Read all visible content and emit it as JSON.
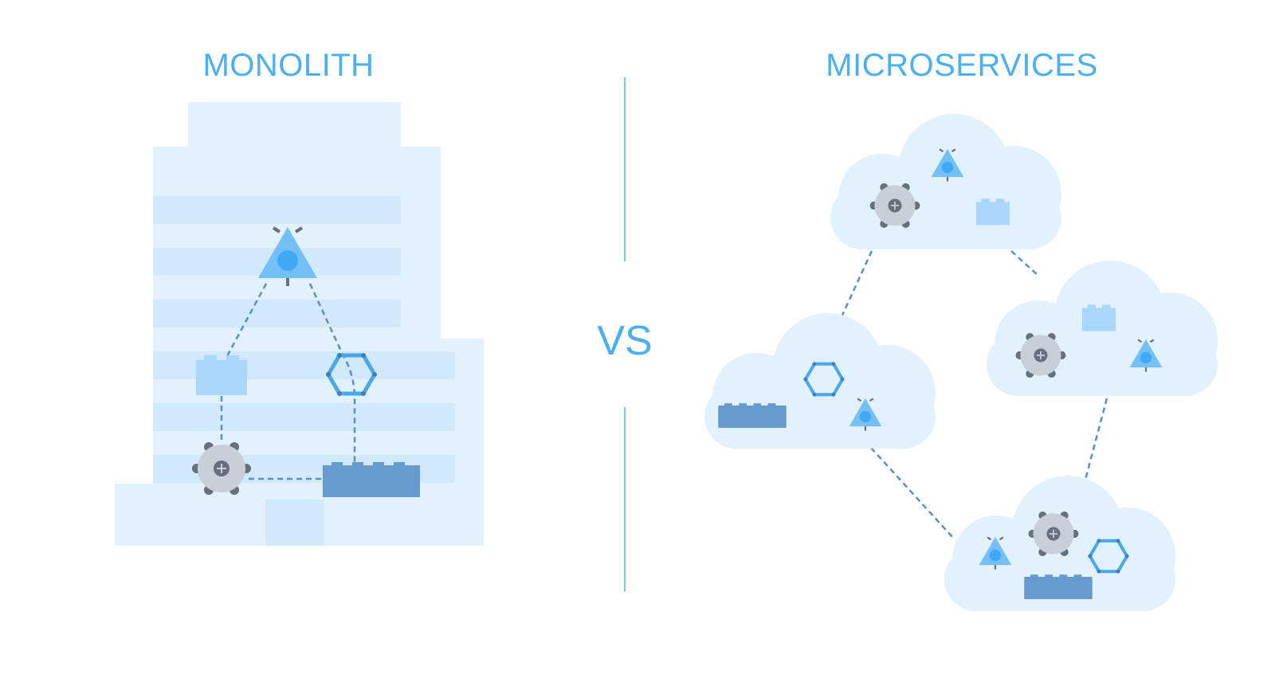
{
  "left": {
    "title": "MONOLITH"
  },
  "divider": {
    "label": "VS"
  },
  "right": {
    "title": "MICROSERVICES"
  },
  "colors": {
    "accent": "#4db0ee",
    "building": "#e1f1fd",
    "building_stripe": "#d2e9fb",
    "cloud": "#e1f1fd",
    "gear": "#c8cfd8",
    "gear_dark": "#66707c",
    "block_light": "#a9d7fb",
    "block_dark": "#6699cc",
    "hexagon": "#4aa8ea",
    "triangle": "#75bff7",
    "dash": "#5a8fc4"
  },
  "icons": [
    "gear-icon",
    "triangle-sensor-icon",
    "hexagon-icon",
    "brick-icon",
    "block-icon",
    "cloud-icon",
    "building-icon"
  ]
}
